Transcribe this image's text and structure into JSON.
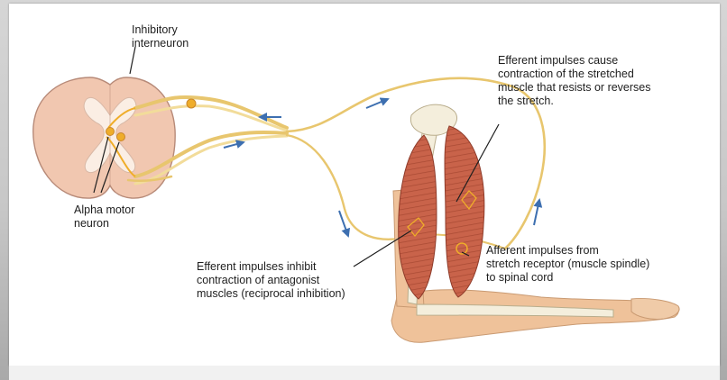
{
  "labels": {
    "inhibitory_interneuron": "Inhibitory\ninterneuron",
    "alpha_motor_neuron": "Alpha motor\nneuron",
    "efferent_cause": "Efferent impulses cause\ncontraction of the stretched\nmuscle that resists or reverses\nthe stretch.",
    "efferent_inhibit": "Efferent impulses inhibit\ncontraction of antagonist\nmuscles (reciprocal inhibition)",
    "afferent_spindle": "Afferent impulses from\nstretch receptor (muscle spindle)\nto spinal cord"
  },
  "colors": {
    "nerve": "#e8c66e",
    "nerve_dark": "#c9a244",
    "arrow": "#3d6fb0",
    "spinal_cord": "#f1c7b0",
    "grey_matter": "#fbeee4",
    "muscle": "#c9634a",
    "bone": "#f4eedc",
    "skin": "#efc29a",
    "neuron": "#efad2a"
  }
}
